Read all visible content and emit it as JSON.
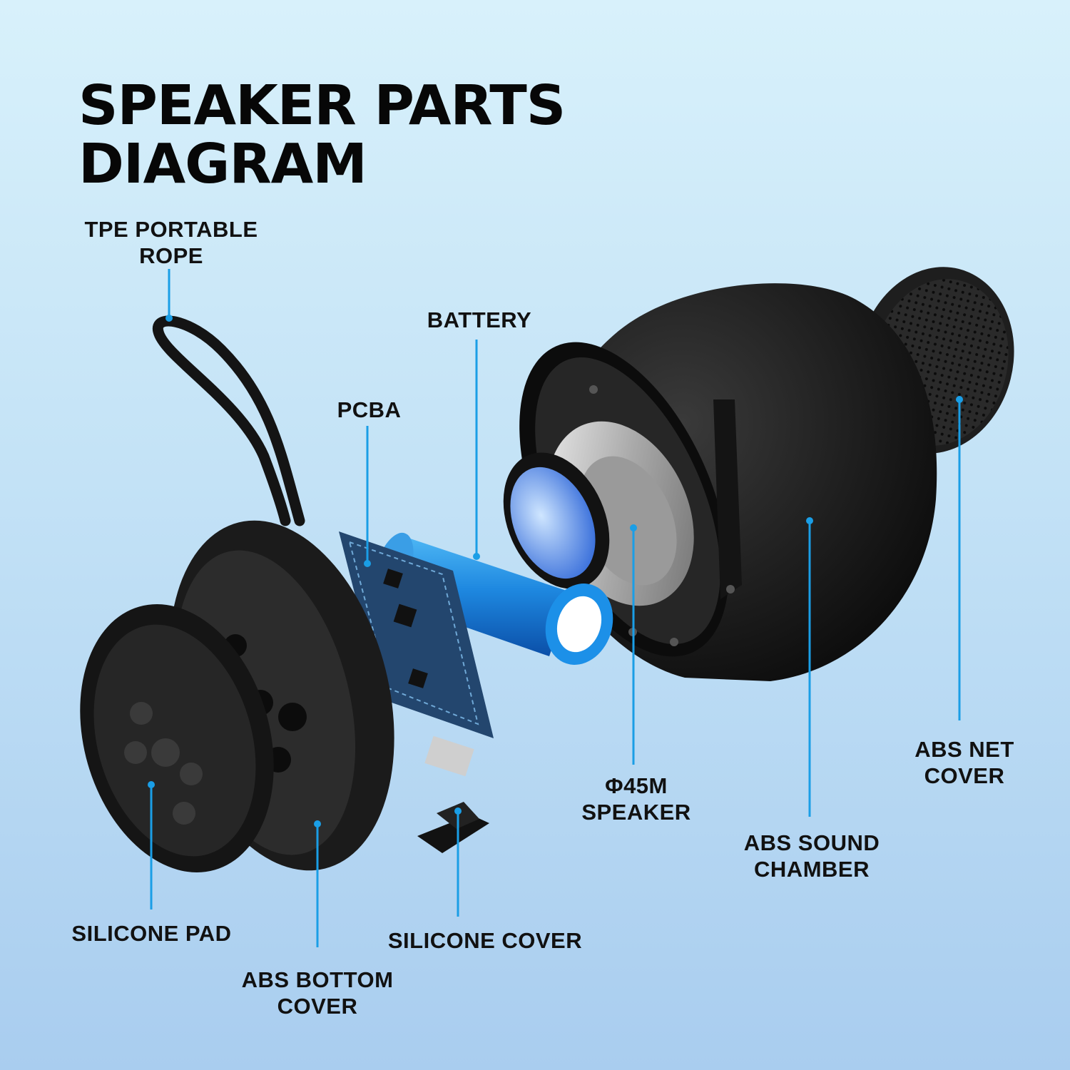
{
  "title": {
    "line1": "SPEAKER PARTS",
    "line2": "DIAGRAM"
  },
  "colors": {
    "leader": "#1a9ee6",
    "part": "#1a1a1a",
    "battery": "#1e88e0",
    "pcb": "#23466e",
    "background_top": "#d8f1fb",
    "background_bottom": "#a9cdef"
  },
  "labels": {
    "rope": {
      "line1": "TPE PORTABLE",
      "line2": "ROPE"
    },
    "battery": {
      "line1": "BATTERY"
    },
    "pcba": {
      "line1": "PCBA"
    },
    "speaker": {
      "line1": "Φ45M",
      "line2": "SPEAKER"
    },
    "chamber": {
      "line1": "ABS SOUND",
      "line2": "CHAMBER"
    },
    "net_cover": {
      "line1": "ABS NET",
      "line2": "COVER"
    },
    "silicone_pad": {
      "line1": "SILICONE PAD"
    },
    "bottom_cover": {
      "line1": "ABS BOTTOM",
      "line2": "COVER"
    },
    "silicone_cover": {
      "line1": "SILICONE COVER"
    }
  }
}
